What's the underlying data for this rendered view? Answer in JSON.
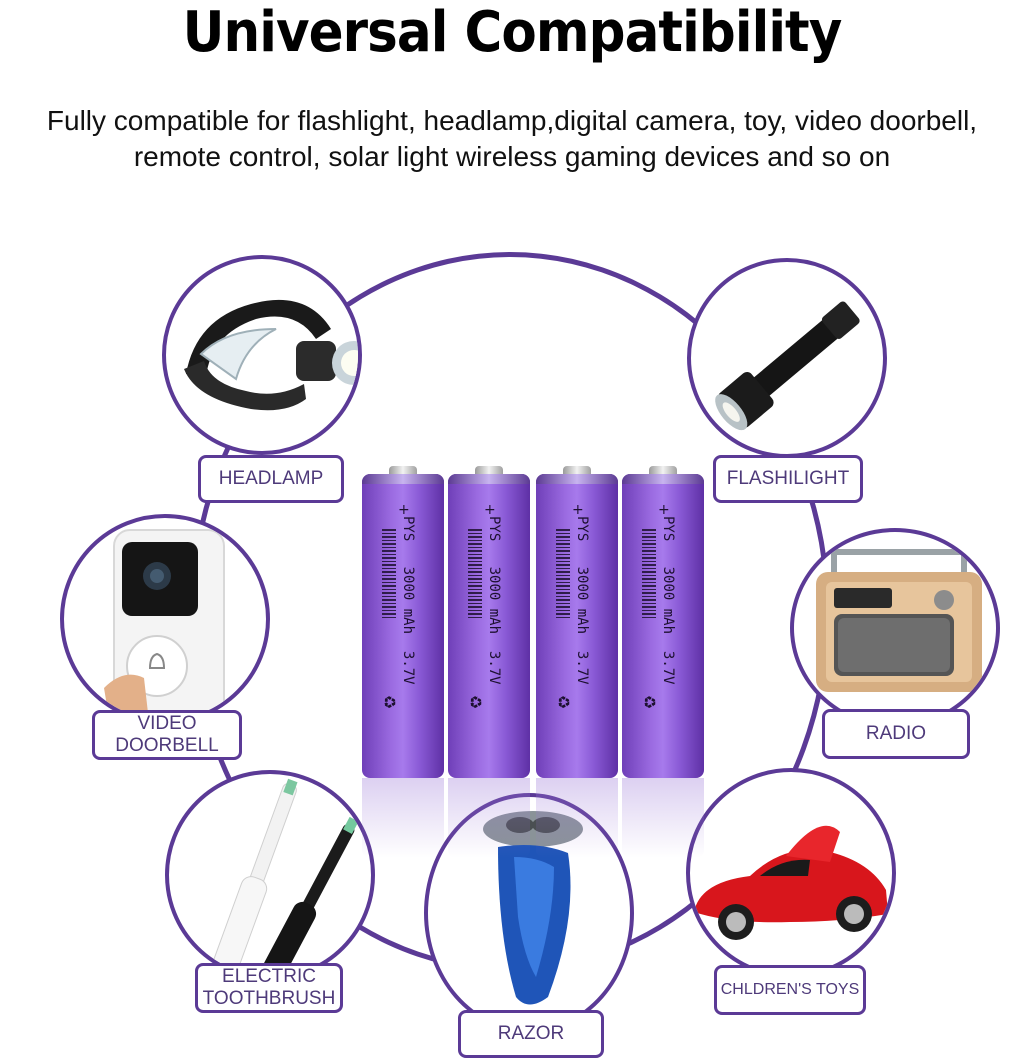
{
  "heading": {
    "title": "Universal Compatibility",
    "subtitle_line1": "Fully compatible for flashlight, headlamp,digital camera, toy, video doorbell,",
    "subtitle_line2": "remote control, solar light wireless gaming devices and so on"
  },
  "colors": {
    "accent": "#5b3a96",
    "battery": "#8a5ad6",
    "label_text": "#4e3a7a"
  },
  "devices": {
    "headlamp": {
      "label": "HEADLAMP",
      "icon": "headlamp-icon"
    },
    "flashlight": {
      "label": "FLASHILIGHT",
      "icon": "flashlight-icon"
    },
    "video_doorbell": {
      "label_line1": "VIDEO",
      "label_line2": "DOORBELL",
      "icon": "doorbell-icon"
    },
    "radio": {
      "label": "RADIO",
      "icon": "radio-icon"
    },
    "toothbrush": {
      "label_line1": "ELECTRIC",
      "label_line2": "TOOTHBRUSH",
      "icon": "toothbrush-icon"
    },
    "razor": {
      "label": "RAZOR",
      "icon": "razor-icon"
    },
    "toys": {
      "label": "CHLDREN'S TOYS",
      "icon": "toy-car-icon"
    }
  },
  "batteries": [
    {
      "plus": "+",
      "brand": "PYS",
      "capacity": "3000 mAh",
      "voltage": "3.7V"
    },
    {
      "plus": "+",
      "brand": "PYS",
      "capacity": "3000 mAh",
      "voltage": "3.7V"
    },
    {
      "plus": "+",
      "brand": "PYS",
      "capacity": "3000 mAh",
      "voltage": "3.7V"
    },
    {
      "plus": "+",
      "brand": "PYS",
      "capacity": "3000 mAh",
      "voltage": "3.7V"
    }
  ]
}
